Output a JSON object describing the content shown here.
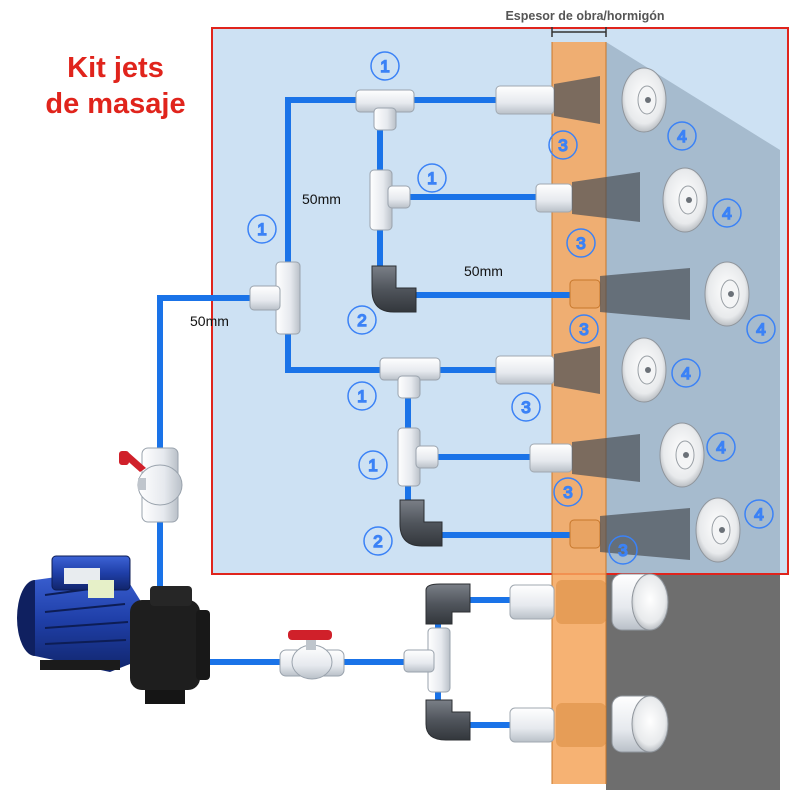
{
  "title": {
    "line1": "Kit jets",
    "line2": "de masaje"
  },
  "wall_label": "Espesor de obra/hormigón",
  "pipe_size_label": "50mm",
  "callouts": {
    "tee": "1",
    "elbow": "2",
    "wall_sleeve": "3",
    "jet": "4"
  },
  "colors": {
    "pipe": "#1a73e8",
    "callout": "#3b82f6",
    "highlight_border": "#e0241c",
    "highlight_fill": "#bcd7ef",
    "wall": "#f5a55a",
    "wall_back": "#6e6e6e",
    "title": "#e0241c",
    "motor": "#1f3fa8",
    "valve_handle": "#d0202a"
  }
}
